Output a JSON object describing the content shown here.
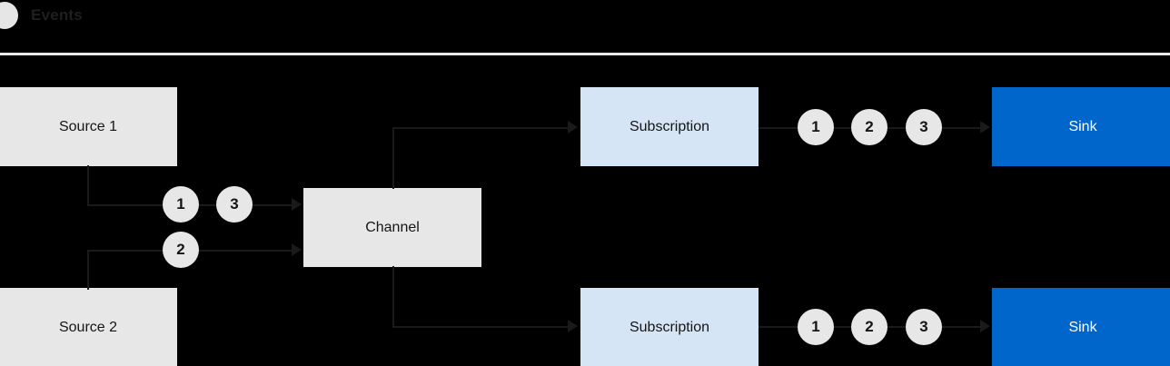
{
  "legend": {
    "icon": "event-circle-icon",
    "label": "Events",
    "dot_color": "#e6e6e6",
    "text_color": "#1f1f1f"
  },
  "divider_color": "#e9e9e9",
  "background_color": "#000000",
  "palette": {
    "source_fill": "#e7e7e7",
    "channel_fill": "#e7e7e7",
    "subscription_fill": "#d6e5f5",
    "sink_fill": "#0066cc",
    "sink_text": "#ffffff",
    "edge": "#1a1a1a",
    "token_fill": "#e7e7e7"
  },
  "nodes": {
    "source1": {
      "label": "Source 1",
      "type": "source"
    },
    "source2": {
      "label": "Source 2",
      "type": "source"
    },
    "channel": {
      "label": "Channel",
      "type": "channel"
    },
    "subscription_top": {
      "label": "Subscription",
      "type": "subscription"
    },
    "subscription_bottom": {
      "label": "Subscription",
      "type": "subscription"
    },
    "sink_top": {
      "label": "Sink",
      "type": "sink"
    },
    "sink_bottom": {
      "label": "Sink",
      "type": "sink"
    }
  },
  "tokens": {
    "source1_to_channel": [
      "1",
      "3"
    ],
    "source2_to_channel": [
      "2"
    ],
    "subscription_top_to_sink": [
      "1",
      "2",
      "3"
    ],
    "subscription_bottom_to_sink": [
      "1",
      "2",
      "3"
    ]
  }
}
